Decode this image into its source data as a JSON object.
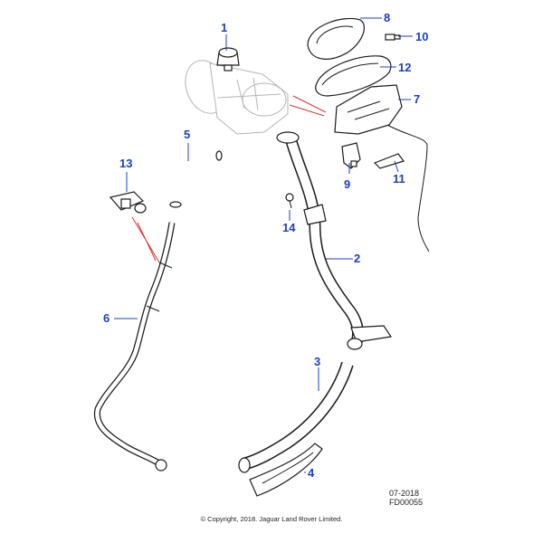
{
  "callouts": {
    "c1": "1",
    "c2": "2",
    "c3": "3",
    "c4": "4",
    "c5": "5",
    "c6": "6",
    "c7": "7",
    "c8": "8",
    "c9": "9",
    "c10": "10",
    "c11": "11",
    "c12": "12",
    "c13": "13",
    "c14": "14"
  },
  "footer": {
    "date": "07-2018",
    "code": "FD00055",
    "copyright": "© Copyright, 2018. Jaguar Land Rover Limited."
  },
  "colors": {
    "callout": "#1a3fc4",
    "leader_red": "#e03030",
    "ghost": "#b5b5b5"
  }
}
